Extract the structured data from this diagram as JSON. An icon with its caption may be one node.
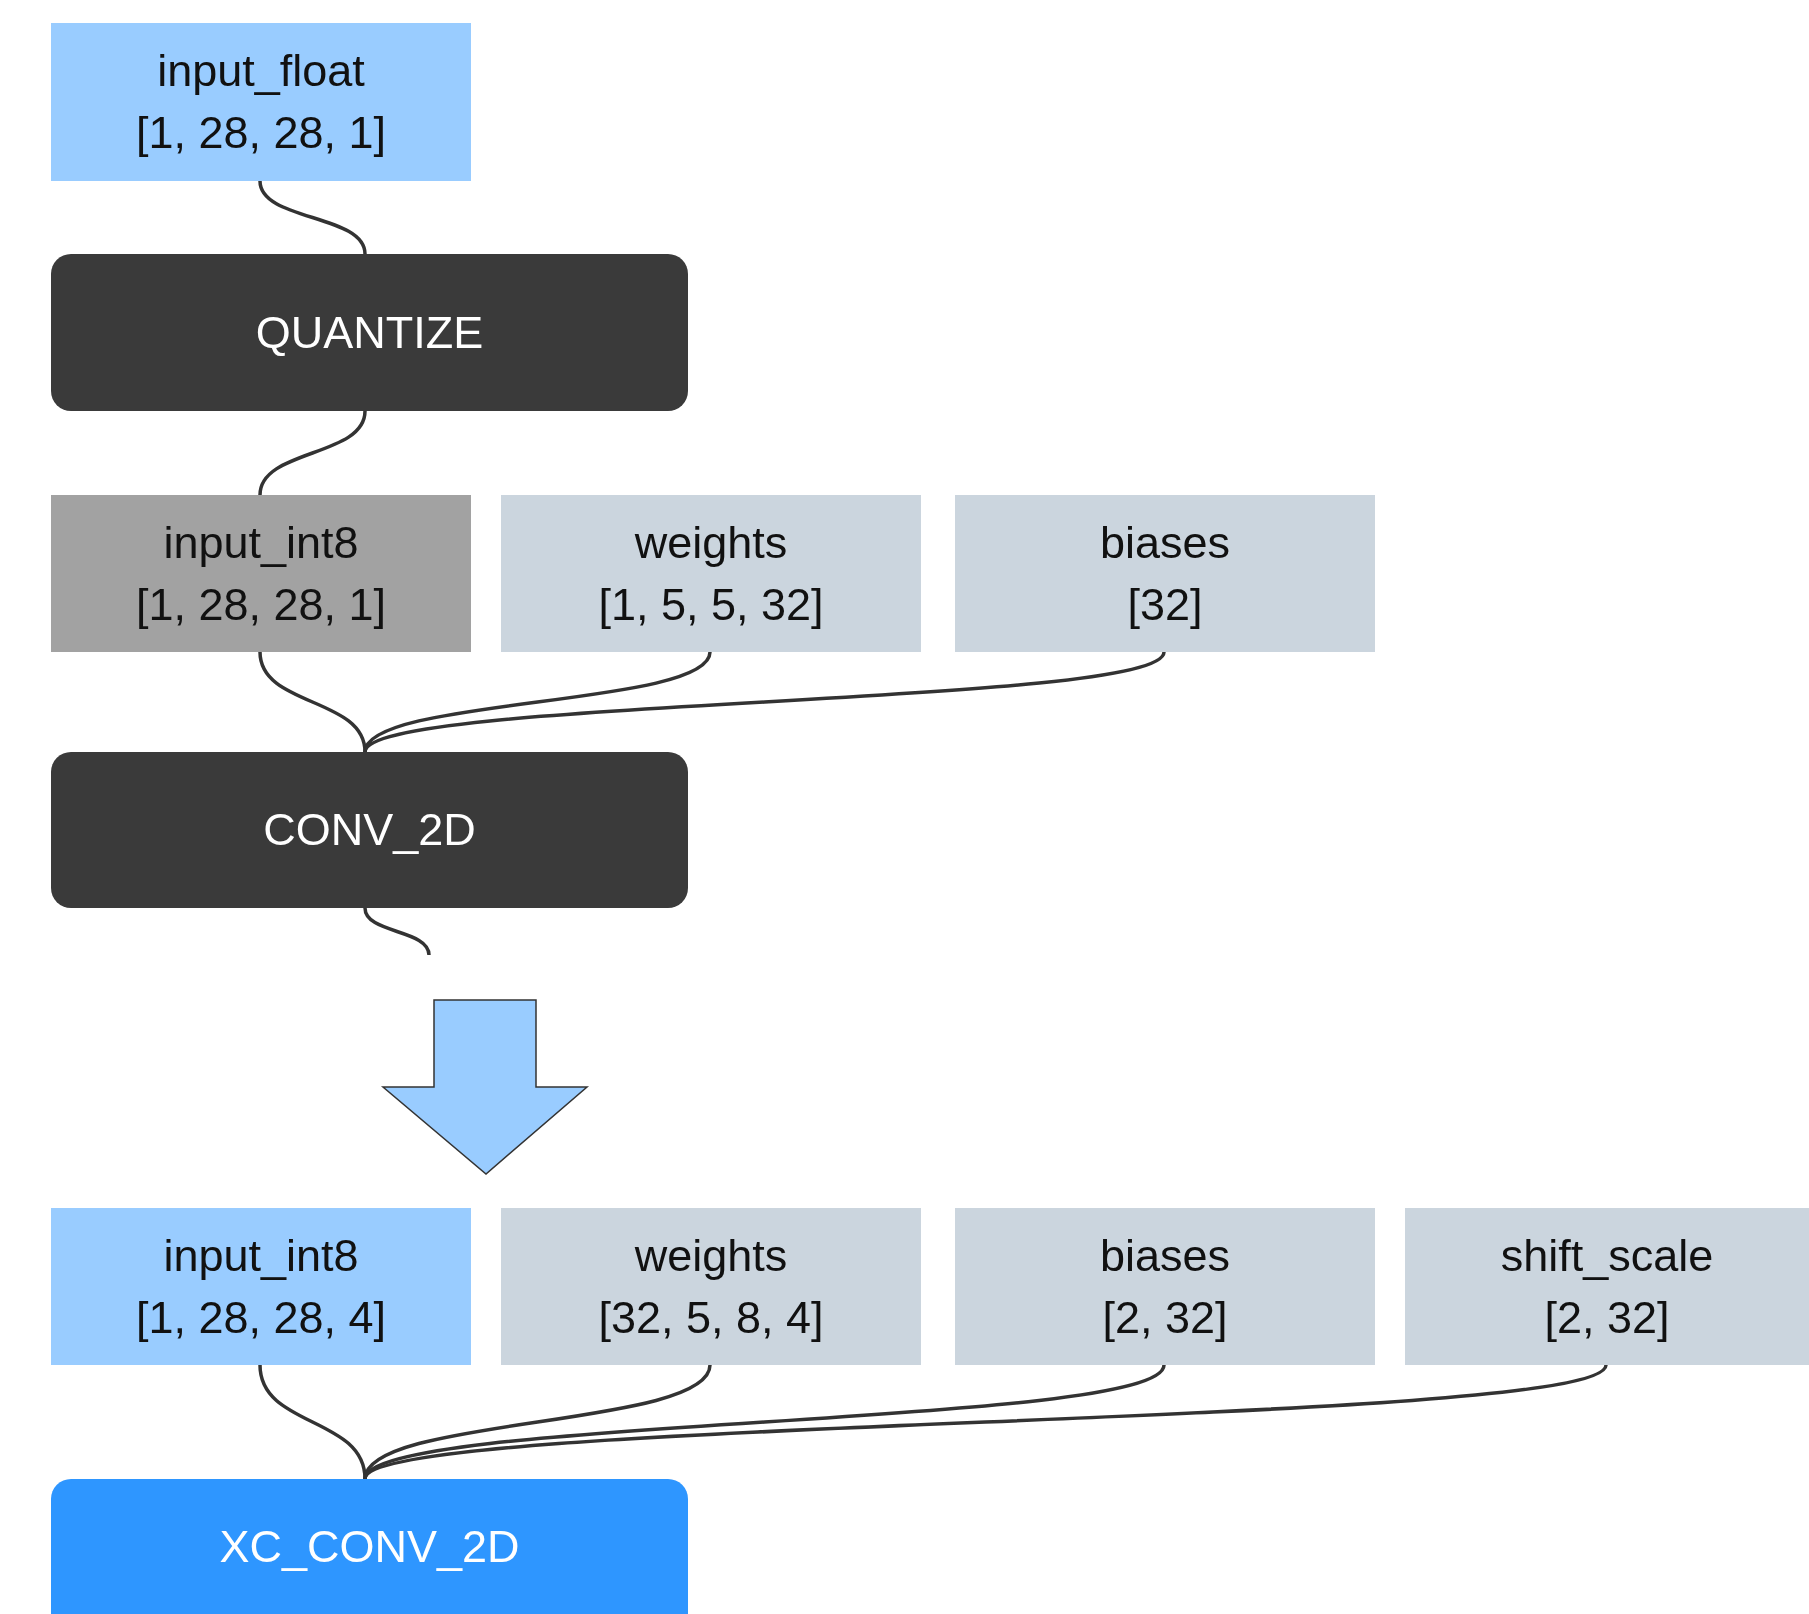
{
  "diagram": {
    "nodes": [
      {
        "text": [
          "input_float",
          "[1, 28, 28, 1]"
        ]
      },
      {
        "text": [
          "QUANTIZE"
        ]
      },
      {
        "text": [
          "input_int8",
          "[1, 28, 28, 1]"
        ]
      },
      {
        "text": [
          "weights",
          "[1, 5, 5, 32]"
        ]
      },
      {
        "text": [
          "biases",
          "[32]"
        ]
      },
      {
        "text": [
          "CONV_2D"
        ]
      },
      {
        "text": [
          "input_int8",
          "[1, 28, 28, 4]"
        ]
      },
      {
        "text": [
          "weights",
          "[32, 5, 8, 4]"
        ]
      },
      {
        "text": [
          "biases",
          "[2, 32]"
        ]
      },
      {
        "text": [
          "shift_scale",
          "[2, 32]"
        ]
      },
      {
        "text": [
          "XC_CONV_2D"
        ]
      }
    ],
    "edges": [
      {
        "from": 0,
        "to": 1,
        "arrow": "none"
      },
      {
        "from": 1,
        "to": 2,
        "arrow": "none"
      },
      {
        "from": 2,
        "to": 5,
        "arrow": "none"
      },
      {
        "from": 3,
        "to": 5,
        "arrow": "none"
      },
      {
        "from": 4,
        "to": 5,
        "arrow": "none"
      },
      {
        "from": 5,
        "to": null,
        "arrow": "none"
      },
      {
        "from": 6,
        "to": 10,
        "arrow": "none"
      },
      {
        "from": 7,
        "to": 10,
        "arrow": "none"
      },
      {
        "from": 8,
        "to": 10,
        "arrow": "none"
      },
      {
        "from": 9,
        "to": 10,
        "arrow": "none"
      }
    ]
  }
}
